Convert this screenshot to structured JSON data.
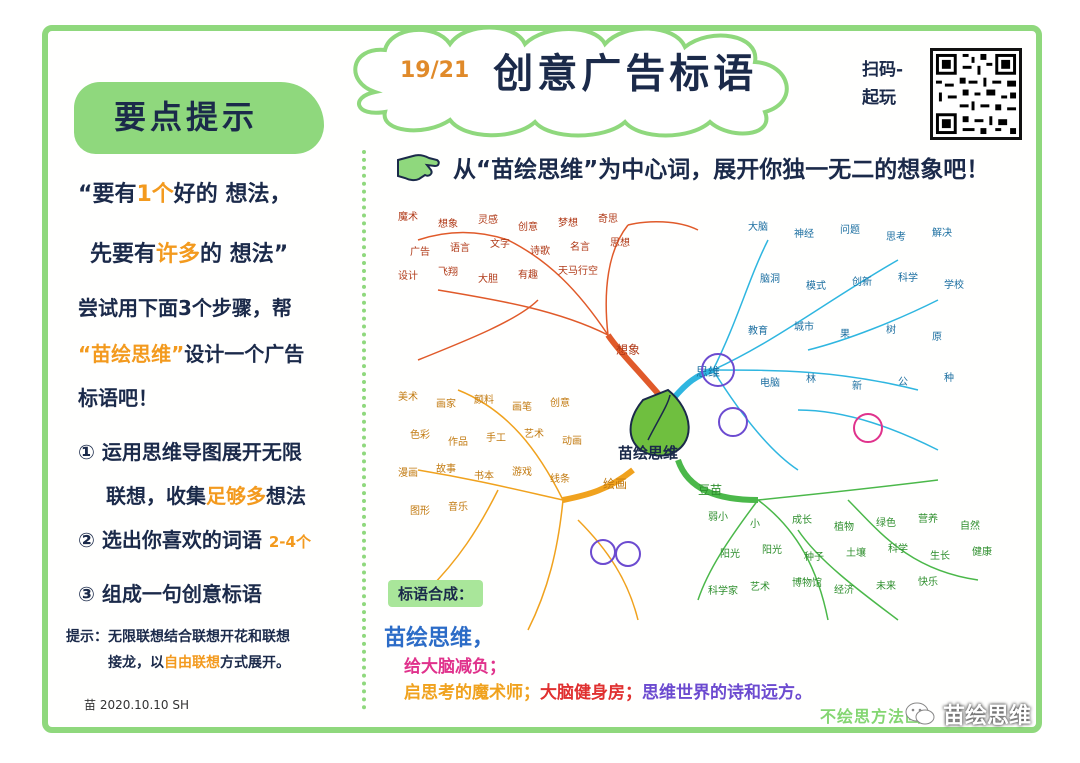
{
  "header": {
    "page_num": "19/21",
    "title": "创意广告标语",
    "qr_label_line1": "扫码-",
    "qr_label_line2": "起玩"
  },
  "tips": {
    "banner_title": "要点提示",
    "quote_line1_a": "“要有",
    "quote_line1_hl": "1个",
    "quote_line1_b": "好的 想法，",
    "quote_line2_a": "先要有",
    "quote_line2_hl": "许多",
    "quote_line2_b": "的 想法”",
    "intro_line1": "尝试用下面3个步骤，帮",
    "intro_line2_hl": "“苗绘思维”",
    "intro_line2_b": "设计一个广告",
    "intro_line3": "标语吧！",
    "step1_line1": "① 运用思维导图展开无限",
    "step1_line2_a": "联想，收集",
    "step1_line2_hl": "足够多",
    "step1_line2_b": "想法",
    "step2_a": "② 选出你喜欢的词语",
    "step2_hl": "2-4个",
    "step3": "③ 组成一句创意标语",
    "hint_line1": "提示：无限联想结合联想开花和联想",
    "hint_line2_a": "接龙，以",
    "hint_line2_hl": "自由联想",
    "hint_line2_b": "方式展开。",
    "signature": "苗 2020.10.10 SH"
  },
  "prompt": {
    "text": "从“苗绘思维”为中心词，展开你独一无二的想象吧！"
  },
  "mindmap": {
    "center": "苗绘思维",
    "branches": {
      "blue_main": "思维",
      "green_main": "豆苗",
      "orange_main": "绘画",
      "red_main": "想象"
    },
    "blue_words": [
      "大脑",
      "神经",
      "问题",
      "思考",
      "解决",
      "脑洞",
      "模式",
      "创新",
      "科学",
      "学校",
      "教育",
      "城市",
      "果",
      "树",
      "原",
      "电脑",
      "林",
      "新",
      "公",
      "种"
    ],
    "green_words": [
      "弱小",
      "小",
      "成长",
      "植物",
      "绿色",
      "营养",
      "自然",
      "阳光",
      "阳光",
      "种子",
      "土壤",
      "科学",
      "生长",
      "健康",
      "科学家",
      "艺术",
      "博物馆",
      "经济",
      "未来",
      "快乐"
    ],
    "orange_words": [
      "美术",
      "画家",
      "颜料",
      "画笔",
      "创意",
      "色彩",
      "作品",
      "手工",
      "艺术",
      "动画",
      "漫画",
      "故事",
      "书本",
      "游戏",
      "线条",
      "图形",
      "音乐"
    ],
    "red_words": [
      "魔术",
      "想象",
      "灵感",
      "创意",
      "梦想",
      "奇思",
      "广告",
      "语言",
      "文字",
      "诗歌",
      "名言",
      "思想",
      "设计",
      "飞翔",
      "大胆",
      "有趣",
      "天马行空"
    ]
  },
  "slogan": {
    "label": "标语合成：",
    "line1": "苗绘思维，",
    "line2": "给大脑减负；",
    "line3_a": "启思考的魔术师；",
    "line3_b": "大脑健身房；",
    "line3_c": "思维世界的诗和远方。"
  },
  "watermark": {
    "side_text": "不绘思方法画",
    "account": "苗绘思维"
  },
  "colors": {
    "frame": "#8fd87d",
    "navy": "#1b2a4a",
    "orange": "#f39a1e",
    "blue_branch": "#2fb6e0",
    "green_branch": "#4bb84a",
    "orange_branch": "#f0a21e",
    "red_branch": "#e05a2a"
  }
}
